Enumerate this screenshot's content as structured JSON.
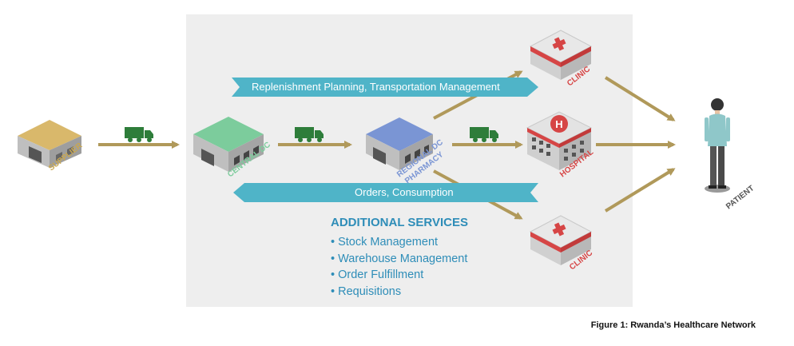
{
  "banners": {
    "top": "Replenishment Planning, Transportation Management",
    "bottom": "Orders, Consumption"
  },
  "nodes": {
    "supplier": "SUPPLIER",
    "central_dc": "CENTRAL DC",
    "regional_dc_line1": "REGIONAL DC",
    "regional_dc_line2": "PHARMACY",
    "clinic_top": "CLINIC",
    "hospital": "HOSPITAL",
    "clinic_bottom": "CLINIC",
    "patient": "PATIENT",
    "hospital_sign": "H"
  },
  "services": {
    "title": "ADDITIONAL SERVICES",
    "items": [
      "Stock Management",
      "Warehouse Management",
      "Order Fulfillment",
      "Requisitions"
    ]
  },
  "caption": "Figure 1: Rwanda’s Healthcare Network",
  "colors": {
    "panel": "#eeeeee",
    "arrow": "#b0995a",
    "banner": "#4fb4c8",
    "truck": "#2e7d3a",
    "services_text": "#2e8db8",
    "clinic_red": "#d64545"
  }
}
